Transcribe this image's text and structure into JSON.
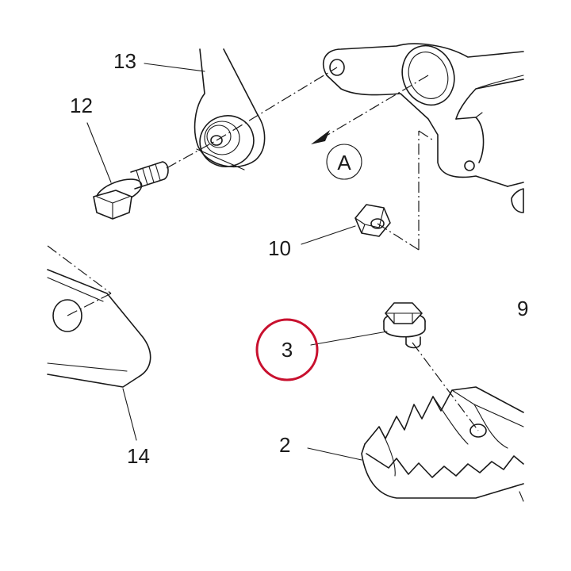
{
  "labels": {
    "part_13": "13",
    "part_12": "12",
    "part_10": "10",
    "part_14": "14",
    "part_3": "3",
    "part_2": "2",
    "part_9": "9",
    "view_a": "A"
  },
  "colors": {
    "highlight": "#c8102e",
    "line": "#1a1a1a"
  }
}
